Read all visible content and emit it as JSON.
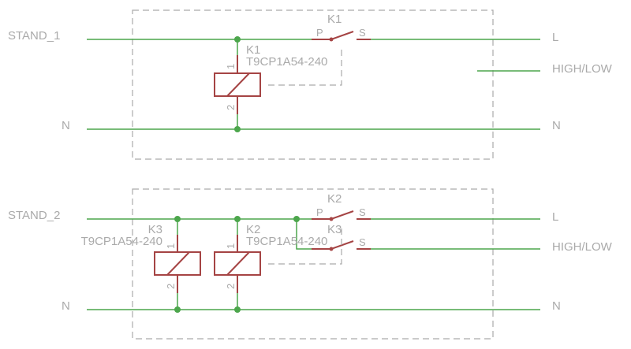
{
  "sheet1": {
    "input_label": "STAND_1",
    "neutral_left": "N",
    "out_l": "L",
    "out_highlow": "HIGH/LOW",
    "neutral_right": "N",
    "relay": {
      "name": "K1",
      "value": "T9CP1A54-240",
      "pin1": "1",
      "pin2": "2"
    },
    "switch": {
      "name": "K1",
      "p": "P",
      "s": "S"
    }
  },
  "sheet2": {
    "input_label": "STAND_2",
    "neutral_left": "N",
    "out_l": "L",
    "out_highlow": "HIGH/LOW",
    "neutral_right": "N",
    "relay_a": {
      "name": "K3",
      "value": "T9CP1A54-240",
      "pin1": "1",
      "pin2": "2"
    },
    "relay_b": {
      "name": "K2",
      "value": "T9CP1A54-240",
      "pin1": "1",
      "pin2": "2"
    },
    "switch_a": {
      "name": "K2",
      "p": "P",
      "s": "S"
    },
    "switch_b": {
      "name": "K3",
      "s": "S"
    }
  }
}
